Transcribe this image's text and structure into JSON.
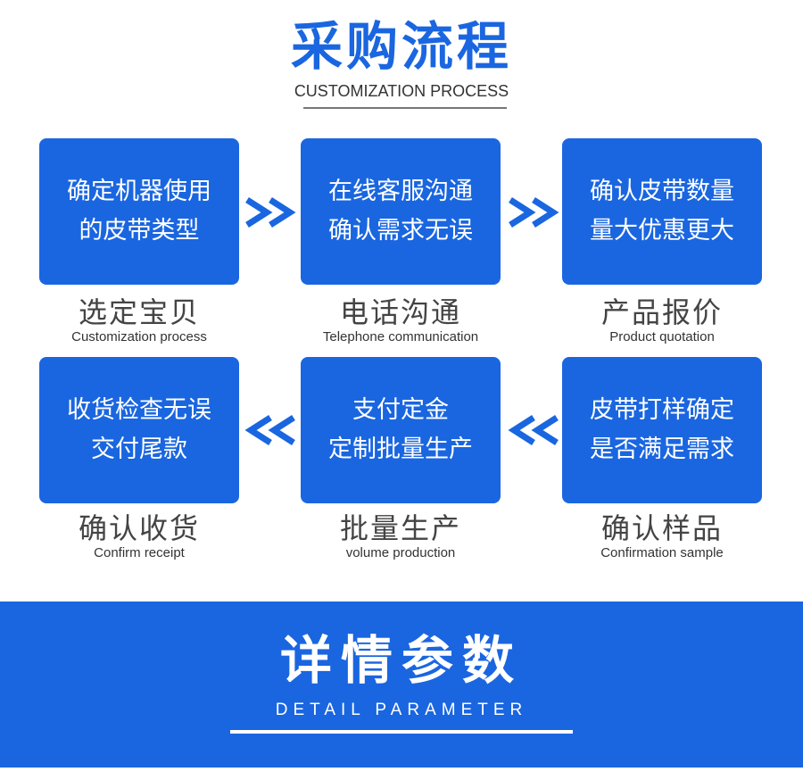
{
  "header": {
    "title": "采购流程",
    "subtitle": "CUSTOMIZATION PROCESS"
  },
  "steps": [
    {
      "line1": "确定机器使用",
      "line2": "的皮带类型",
      "title": "选定宝贝",
      "subtitle": "Customization process"
    },
    {
      "line1": "在线客服沟通",
      "line2": "确认需求无误",
      "title": "电话沟通",
      "subtitle": "Telephone communication"
    },
    {
      "line1": "确认皮带数量",
      "line2": "量大优惠更大",
      "title": "产品报价",
      "subtitle": "Product quotation"
    },
    {
      "line1": "收货检查无误",
      "line2": "交付尾款",
      "title": "确认收货",
      "subtitle": "Confirm receipt"
    },
    {
      "line1": "支付定金",
      "line2": "定制批量生产",
      "title": "批量生产",
      "subtitle": "volume production"
    },
    {
      "line1": "皮带打样确定",
      "line2": "是否满足需求",
      "title": "确认样品",
      "subtitle": "Confirmation sample"
    }
  ],
  "arrows": {
    "forward": ">>",
    "backward": "<<"
  },
  "banner": {
    "title": "详情参数",
    "subtitle": "DETAIL PARAMETER"
  },
  "colors": {
    "accent": "#1a66e0",
    "text": "#444444",
    "background": "#ffffff"
  }
}
